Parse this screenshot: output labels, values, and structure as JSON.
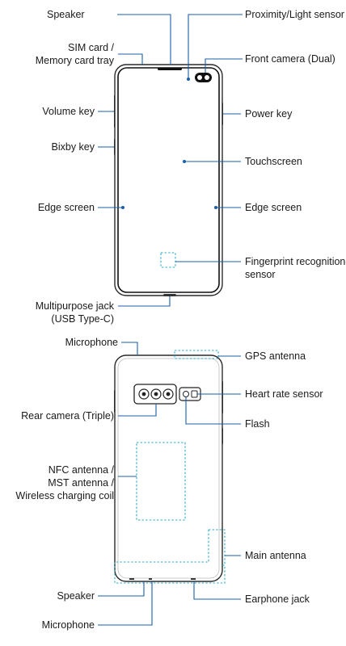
{
  "front": {
    "speaker": "Speaker",
    "proximity_sensor": "Proximity/Light sensor",
    "sim_tray_line1": "SIM card /",
    "sim_tray_line2": "Memory card tray",
    "front_camera": "Front camera (Dual)",
    "volume_key": "Volume key",
    "power_key": "Power key",
    "bixby_key": "Bixby key",
    "touchscreen": "Touchscreen",
    "edge_screen_left": "Edge screen",
    "edge_screen_right": "Edge screen",
    "fingerprint_line1": "Fingerprint recognition",
    "fingerprint_line2": "sensor",
    "multipurpose_line1": "Multipurpose jack",
    "multipurpose_line2": "(USB Type-C)"
  },
  "back": {
    "microphone_top": "Microphone",
    "gps_antenna": "GPS antenna",
    "heart_rate_sensor": "Heart rate sensor",
    "rear_camera": "Rear camera (Triple)",
    "flash": "Flash",
    "nfc_line1": "NFC antenna /",
    "nfc_line2": "MST antenna /",
    "nfc_line3": "Wireless charging coil",
    "main_antenna": "Main antenna",
    "speaker": "Speaker",
    "earphone_jack": "Earphone jack",
    "microphone_bottom": "Microphone"
  },
  "colors": {
    "leader": "#1a5fa8",
    "dashed_outline": "#2aa9c9"
  }
}
